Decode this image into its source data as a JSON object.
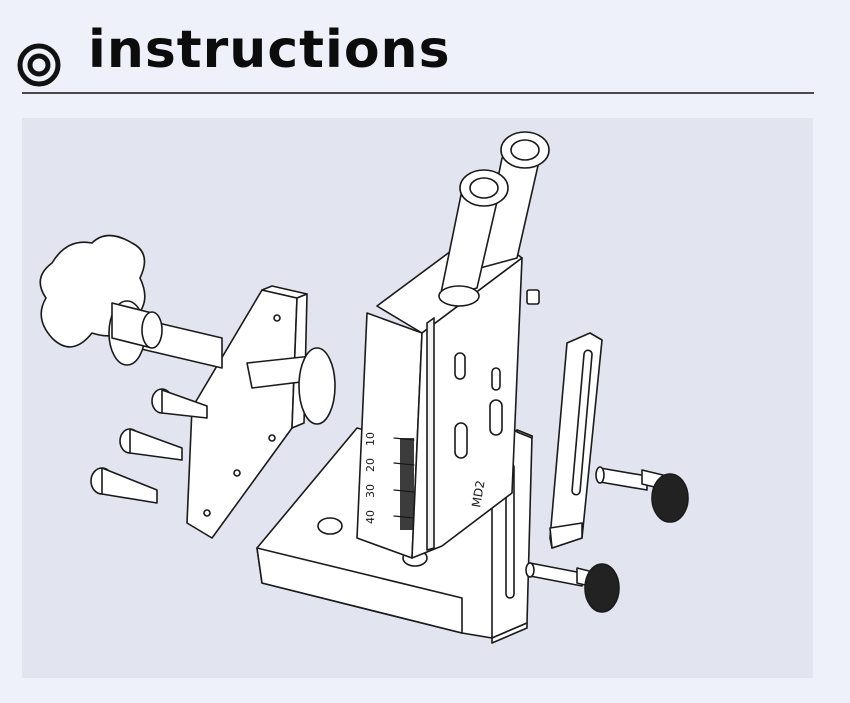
{
  "header": {
    "title": "instructions",
    "bullet_icon": "circle-bullet-icon"
  },
  "figure": {
    "description_icon": "exploded-assembly-drawing",
    "scale_labels": [
      "10",
      "20",
      "30",
      "40"
    ],
    "mark_label": "MD2",
    "colors": {
      "panel": "#e2e4ef",
      "line": "#1a1a1a",
      "fill": "#ffffff"
    }
  }
}
